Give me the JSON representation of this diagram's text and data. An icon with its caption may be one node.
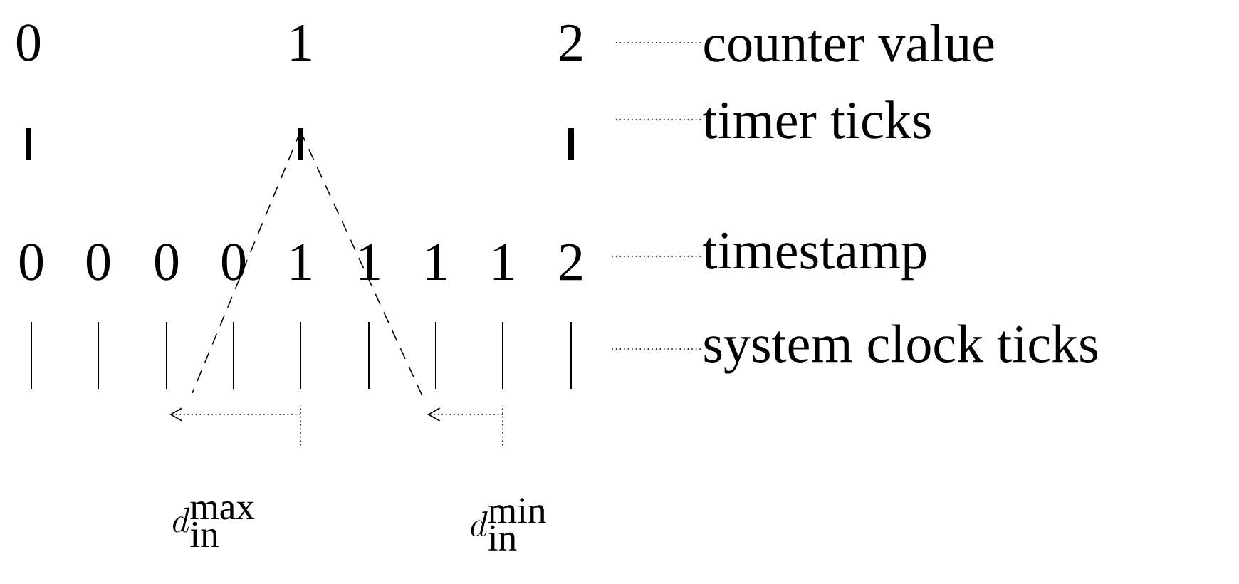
{
  "diagram": {
    "nodes": [
      {
        "text": [
          "counter value"
        ]
      },
      {
        "text": [
          "timer ticks"
        ]
      },
      {
        "text": [
          "timestamp"
        ]
      },
      {
        "text": [
          "system clock ticks"
        ]
      }
    ],
    "edges": [
      {
        "from": 0,
        "to": null,
        "arrow": "none"
      },
      {
        "from": 1,
        "to": null,
        "arrow": "none"
      },
      {
        "from": 2,
        "to": null,
        "arrow": "none"
      },
      {
        "from": 3,
        "to": null,
        "arrow": "none"
      }
    ],
    "labels": [
      "0",
      "1",
      "2",
      "0",
      "0",
      "0",
      "0",
      "1",
      "1",
      "1",
      "1",
      "2",
      "d_{\\mathrm{in}}^{\\mathrm{max}}",
      "d_{\\mathrm{in}}^{\\mathrm{min}}"
    ]
  }
}
